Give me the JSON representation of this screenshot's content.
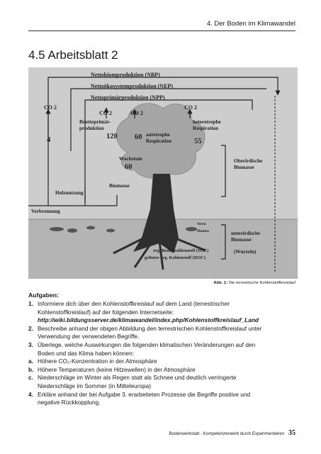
{
  "header": {
    "chapter": "4. Der Boden im Klimawandel"
  },
  "title": "4.5 Arbeitsblatt 2",
  "figure": {
    "nbp": "Nettobiomproduktion (NBP)",
    "nep": "Nettoökosystemproduktion (NEP)",
    "npp": "Nettoprimärproduktion (NPP)",
    "co2_left": "CO 2",
    "co2_a": "CO 2",
    "co2_b": "CO 2",
    "co2_right": "CO 2",
    "val_4": "4",
    "brutto": "Bruttoprimär-\nproduktion",
    "val_120": "120",
    "val_60a": "60",
    "auto_resp": "autotrophe\nRespiration",
    "hetero_resp": "heterotrophe\nRespiration",
    "val_55": "55",
    "wachstum": "Wachstum",
    "val_60b": "60",
    "biomasse": "Biomasse",
    "oberirdisch": "Oberirdische\nBiomasse",
    "holznutzung": "Holznutzung",
    "verbrennung": "Verbrennung",
    "streu": "Streu",
    "humus": "Humus",
    "unterirdisch": "unterirdische\nBiomasse",
    "wurzeln": "(Wurzeln)",
    "soc": "org. Bodenkohlenstoff (SOC)",
    "doc": "gelöster org. Kohlenstoff (DOC)"
  },
  "caption": {
    "label": "Abb. 1:",
    "text": "Die terrestrische Kohlenstoffkreislauf"
  },
  "tasks_heading": "Aufgaben:",
  "tasks": [
    {
      "mark": "1.",
      "text_a": "Informiere dich über den Kohlenstoffkreislauf auf dem Land (terrestrischer Kohlenstoffkreislauf) auf der folgenden Internetseite: ",
      "url": "http://wiki.bildungsserver.de/klimawandel/index.php/Kohlenstoffkreislauf_Land"
    },
    {
      "mark": "2.",
      "text_a": "Beschreibe anhand der obigen Abbildung den terrestrischen Kohlenstoffkreislauf unter Verwendung der verwendeten Begriffe."
    },
    {
      "mark": "3.",
      "text_a": "Überlege, welche Auswirkungen die folgenden klimatischen Veränderungen auf den Boden und das Klima haben können:"
    },
    {
      "mark": "a.",
      "text_a": "Höhere CO₂-Konzentration in der Atmosphäre"
    },
    {
      "mark": "b.",
      "text_a": "Höhere Temperaturen (keine Hitzewellen) in der Atmosphäre"
    },
    {
      "mark": "c.",
      "text_a": "Niederschläge im Winter als Regen statt als Schnee und deutlich verringerte Niederschläge im Sommer (in Mitteleuropa)"
    },
    {
      "mark": "4.",
      "text_a": "Erkläre anhand der bei Aufgabe 3. erarbeiteten Prozesse die Begriffe positive und negative Rückkopplung."
    }
  ],
  "footer": {
    "text": "Bodenwerkstatt · Kompetenzerwerb durch Experimentieren",
    "page": "35"
  }
}
